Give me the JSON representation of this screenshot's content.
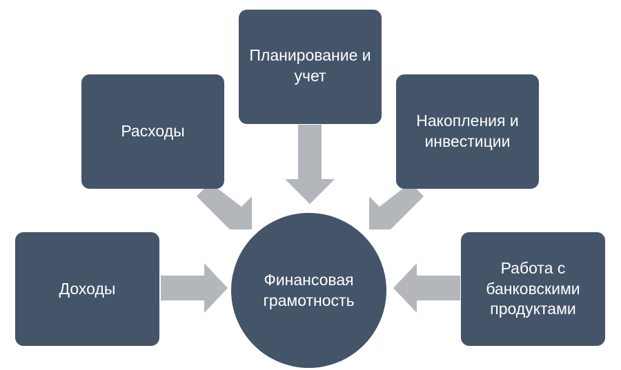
{
  "center": {
    "label": "Финансовая\nграмотность"
  },
  "nodes": [
    {
      "id": "planning",
      "label": "Планирование и\nучет"
    },
    {
      "id": "expenses",
      "label": "Расходы"
    },
    {
      "id": "savings",
      "label": "Накопления и\nинвестиции"
    },
    {
      "id": "income",
      "label": "Доходы"
    },
    {
      "id": "banking",
      "label": "Работа с\nбанковскими\nпродуктами"
    }
  ],
  "colors": {
    "box": "#445469",
    "arrow": "#b3b6ba",
    "text": "#ffffff"
  }
}
